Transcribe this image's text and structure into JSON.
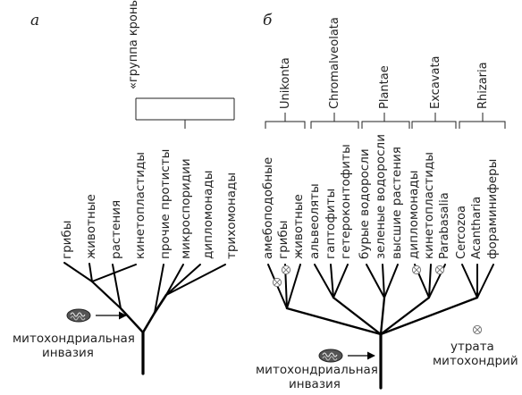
{
  "panel_a": {
    "letter": "а",
    "group_label": "«группа кроны»",
    "taxa": [
      "грибы",
      "животные",
      "растения",
      "кинетопластиды",
      "прочие протисты",
      "микроспоридии",
      "дипломонады",
      "трихомонады"
    ],
    "note": [
      "митохондриальная",
      "инвазия"
    ]
  },
  "panel_b": {
    "letter": "б",
    "groups": [
      "Unikonta",
      "Chromalveolata",
      "Plantae",
      "Excavata",
      "Rhizaria"
    ],
    "taxa": [
      "амебоподобные",
      "грибы",
      "животные",
      "альвеоляты",
      "гаптофиты",
      "гетероконтофиты",
      "бурые водоросли",
      "зеленые водоросли",
      "высшие растения",
      "дипломонады",
      "кинетопластиды",
      "Parabasalia",
      "Cercozoa",
      "Acantharia",
      "фораминиферы"
    ],
    "note": [
      "митохондриальная",
      "инвазия"
    ],
    "legend": [
      "утрата",
      "митохондрий"
    ]
  }
}
